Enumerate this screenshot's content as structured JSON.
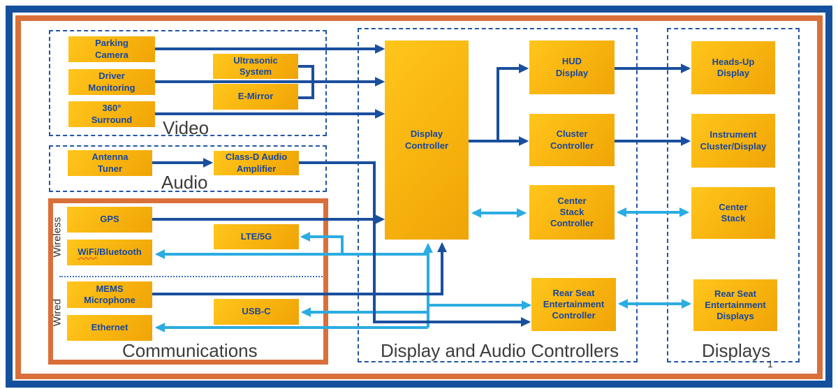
{
  "slide": {
    "page_number": "1"
  },
  "palette": {
    "box_fill": "#F8B30E",
    "box_text": "#17479E",
    "dark_line": "#1A4F9E",
    "light_line": "#2BACE2",
    "frame_outer_blue": "#15509E",
    "frame_inner_orange": "#D9703A",
    "section_label": "#3C3C3C"
  },
  "sections": {
    "video": {
      "label": "Video"
    },
    "audio": {
      "label": "Audio"
    },
    "communications": {
      "label": "Communications",
      "wireless": "Wireless",
      "wired": "Wired"
    },
    "controllers": {
      "label": "Display and Audio Controllers"
    },
    "displays": {
      "label": "Displays"
    }
  },
  "nodes": {
    "parking_camera": {
      "label": "Parking\nCamera"
    },
    "driver_monitoring": {
      "label": "Driver\nMonitoring"
    },
    "surround_360": {
      "label": "360°\nSurround"
    },
    "ultrasonic_system": {
      "label": "Ultrasonic\nSystem"
    },
    "e_mirror": {
      "label": "E-Mirror"
    },
    "antenna_tuner": {
      "label": "Antenna\nTuner"
    },
    "class_d_amplifier": {
      "label": "Class-D Audio\nAmplifier"
    },
    "gps": {
      "label": "GPS"
    },
    "wifi_bluetooth": {
      "label_wifi": "WiFi",
      "label_rest": "/Bluetooth"
    },
    "lte_5g": {
      "label": "LTE/5G"
    },
    "mems_microphone": {
      "label": "MEMS\nMicrophone"
    },
    "usb_c": {
      "label": "USB-C"
    },
    "ethernet": {
      "label": "Ethernet"
    },
    "display_controller": {
      "label": "Display\nController"
    },
    "hud_display": {
      "label": "HUD\nDisplay"
    },
    "cluster_controller": {
      "label": "Cluster\nController"
    },
    "center_stack_controller": {
      "label": "Center\nStack\nController"
    },
    "rear_seat_entertainment_controller": {
      "label": "Rear Seat\nEntertainment\nController"
    },
    "heads_up_display": {
      "label": "Heads-Up\nDisplay"
    },
    "instrument_cluster_display": {
      "label": "Instrument\nCluster/Display"
    },
    "center_stack": {
      "label": "Center\nStack"
    },
    "rear_seat_entertainment_displays": {
      "label": "Rear Seat\nEntertainment\nDisplays"
    }
  },
  "edges": [
    "parking_camera -> display_controller",
    "driver_monitoring -> display_controller",
    "ultrasonic_system -> display_controller (joins driver_monitoring line)",
    "e_mirror -> display_controller (joins driver_monitoring line)",
    "surround_360 -> display_controller",
    "antenna_tuner -> class_d_amplifier",
    "class_d_amplifier -> rear_seat_entertainment_controller",
    "gps -> display_controller",
    "mems_microphone -> display_controller",
    "display_controller -> hud_display",
    "display_controller -> cluster_controller",
    "hud_display -> heads_up_display",
    "cluster_controller -> instrument_cluster_display",
    "display_controller <-> center_stack_controller",
    "center_stack_controller <-> center_stack",
    "rear_seat_entertainment_controller <-> rear_seat_entertainment_displays",
    "display_controller bus -> wifi_bluetooth",
    "display_controller bus -> lte_5g",
    "display_controller bus -> usb_c",
    "display_controller bus -> ethernet",
    "display_controller bus -> rear_seat_entertainment_controller"
  ]
}
